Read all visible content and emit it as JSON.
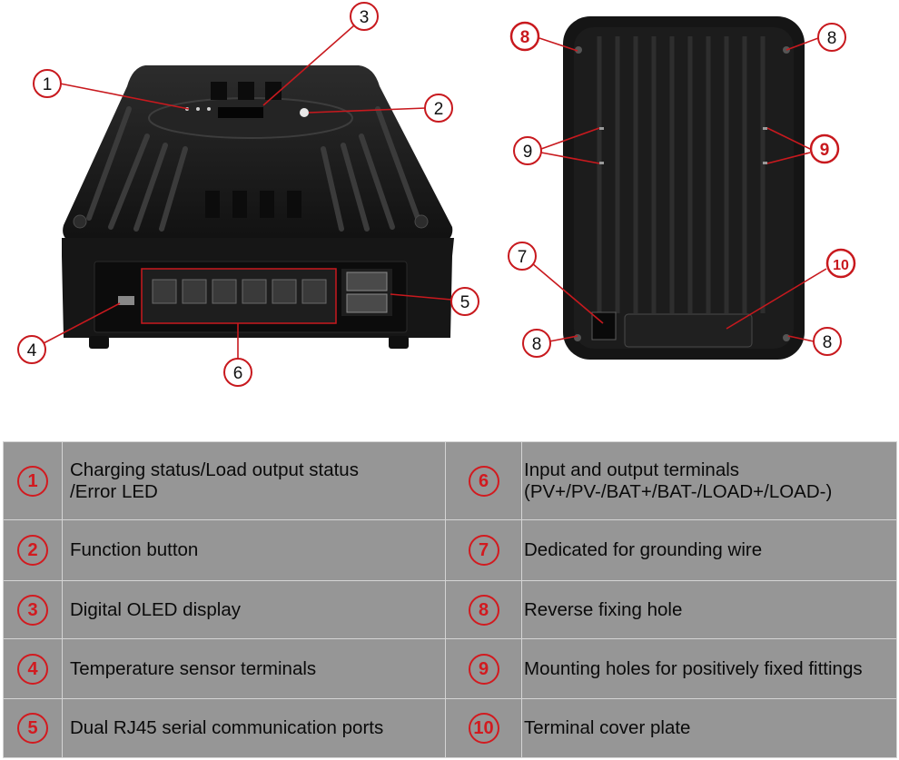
{
  "callouts_front": [
    "1",
    "2",
    "3",
    "4",
    "5",
    "6"
  ],
  "callouts_back": [
    "7",
    "8",
    "9",
    "10"
  ],
  "legend": {
    "left": [
      {
        "number": "1",
        "lines": [
          "Charging status/Load output status",
          "/Error LED"
        ]
      },
      {
        "number": "2",
        "lines": [
          "Function button"
        ]
      },
      {
        "number": "3",
        "lines": [
          "Digital OLED display"
        ]
      },
      {
        "number": "4",
        "lines": [
          "Temperature sensor terminals"
        ]
      },
      {
        "number": "5",
        "lines": [
          "Dual RJ45 serial communication ports"
        ]
      }
    ],
    "right": [
      {
        "number": "6",
        "lines": [
          "Input and output terminals",
          "(PV+/PV-/BAT+/BAT-/LOAD+/LOAD-)"
        ]
      },
      {
        "number": "7",
        "lines": [
          "Dedicated for grounding wire"
        ]
      },
      {
        "number": "8",
        "lines": [
          "Reverse fixing hole"
        ]
      },
      {
        "number": "9",
        "lines": [
          "Mounting holes for positively fixed fittings"
        ]
      },
      {
        "number": "10",
        "lines": [
          "Terminal cover plate"
        ]
      }
    ]
  },
  "colors": {
    "accent_red": "#d21a1f",
    "table_bg": "#969696",
    "device": "#1b1b1b"
  }
}
